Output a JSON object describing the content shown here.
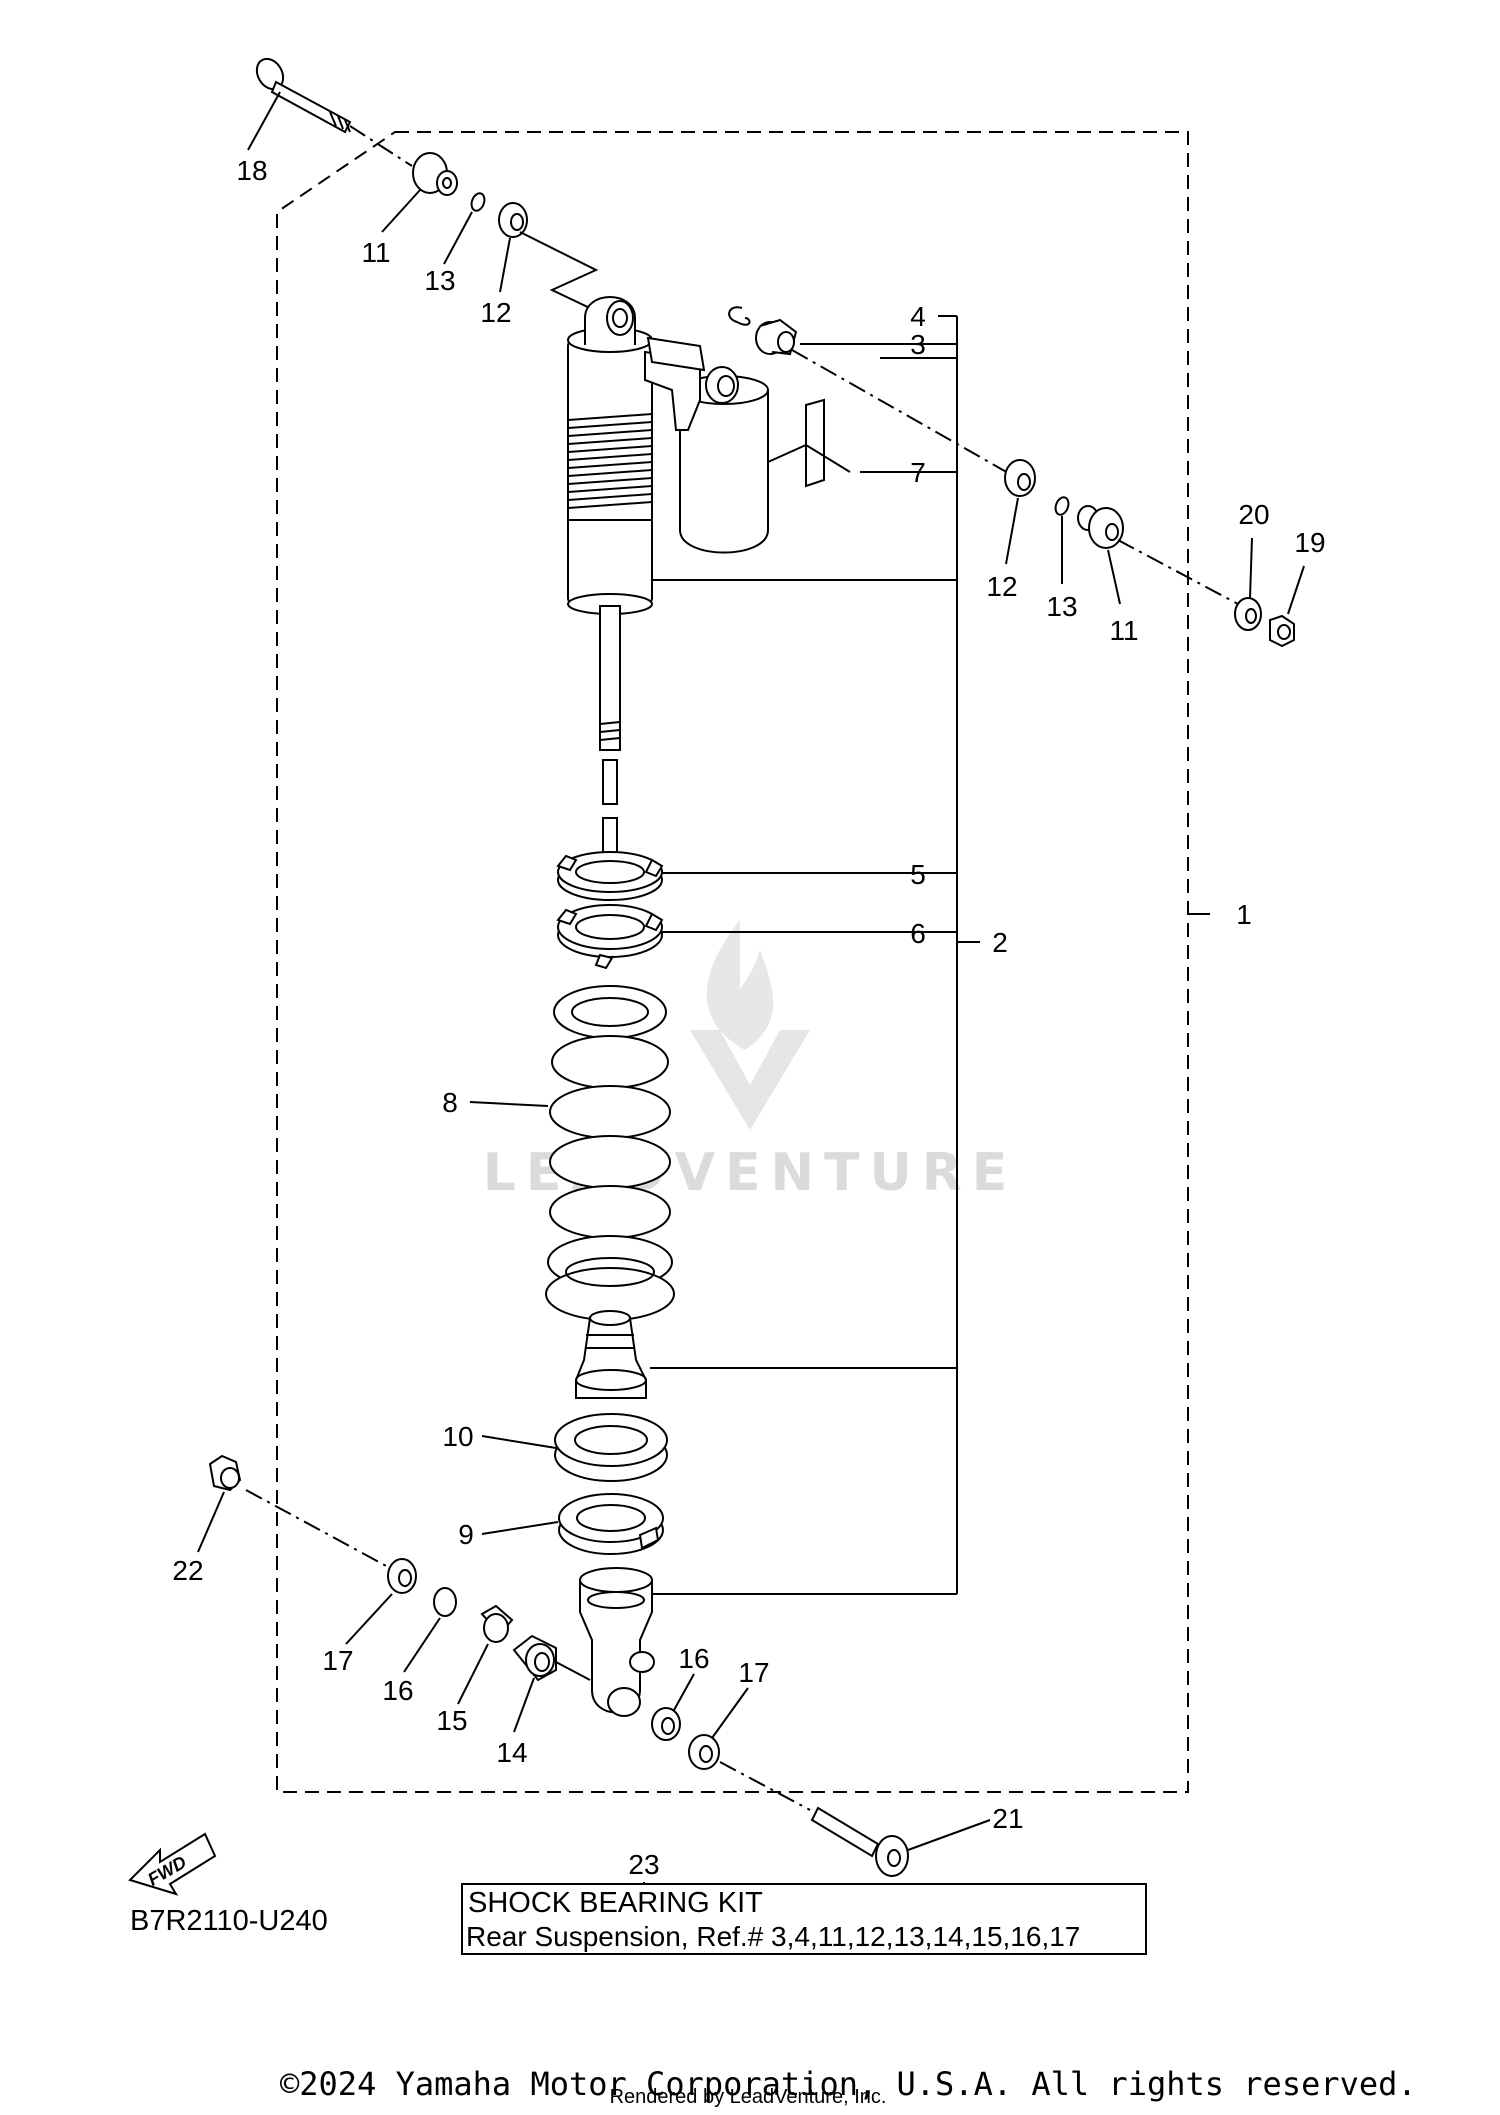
{
  "diagram": {
    "code": "B7R2110-U240",
    "callouts": {
      "c1": "1",
      "c2": "2",
      "c3": "3",
      "c4": "4",
      "c5": "5",
      "c6": "6",
      "c7": "7",
      "c8": "8",
      "c9": "9",
      "c10": "10",
      "c11a": "11",
      "c11b": "11",
      "c12a": "12",
      "c12b": "12",
      "c13a": "13",
      "c13b": "13",
      "c14": "14",
      "c15": "15",
      "c16a": "16",
      "c16b": "16",
      "c17a": "17",
      "c17b": "17",
      "c18": "18",
      "c19": "19",
      "c20": "20",
      "c21": "21",
      "c22": "22",
      "c23": "23"
    },
    "kit": {
      "title": "SHOCK BEARING KIT",
      "subtitle": "Rear Suspension, Ref.# 3,4,11,12,13,14,15,16,17"
    },
    "fwd_label": "FWD",
    "watermark": "LEADVENTURE"
  },
  "footer": {
    "copyright": "©2024 Yamaha Motor Corporation, U.S.A. All rights reserved.",
    "rendered_by": "Rendered by LeadVenture, Inc."
  }
}
